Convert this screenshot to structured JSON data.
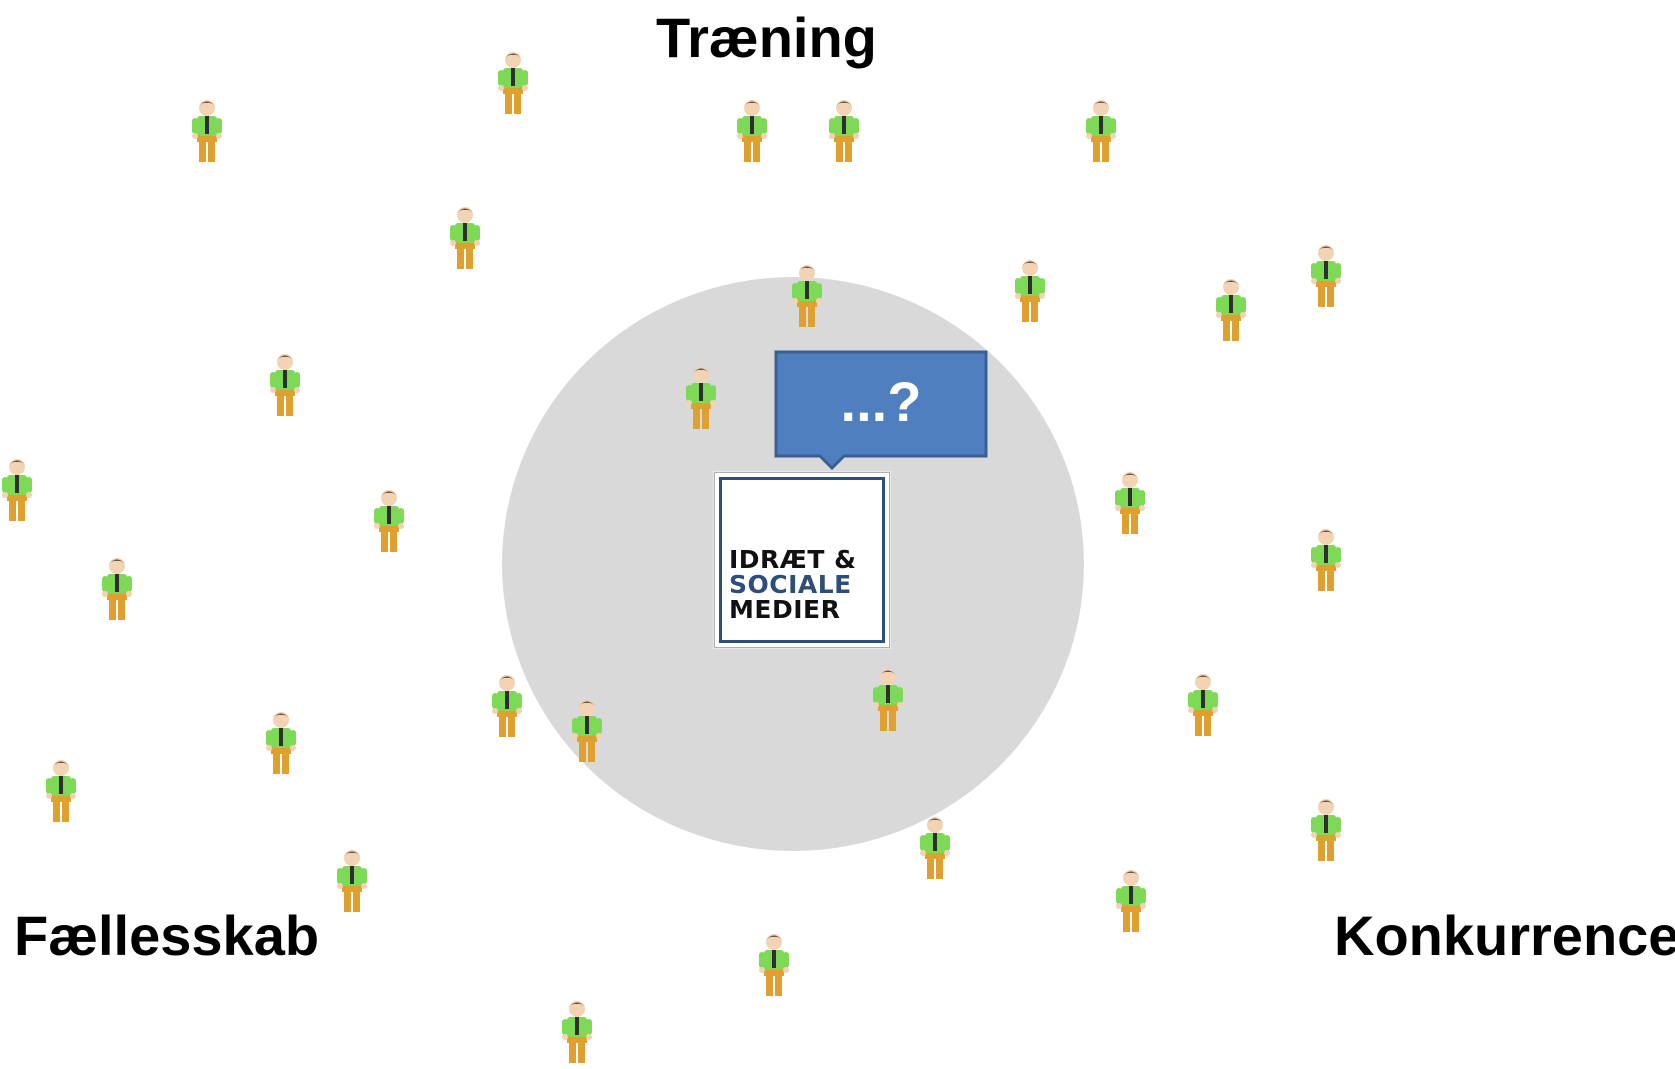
{
  "labels": {
    "top": "Træning",
    "left": "Fællesskab",
    "right": "Konkurrence"
  },
  "callout": {
    "text": "...?",
    "fill": "#4f7fbf",
    "border": "#3a5f93"
  },
  "logo": {
    "line1": "IDRÆT &",
    "line2": "SOCIALE",
    "line3": "MEDIER",
    "accent": "#2d4e78"
  },
  "colors": {
    "circle": "#d9d9d9",
    "shirt": "#7ed957",
    "pants": "#e0a030",
    "skin": "#f2d3b3",
    "hair": "#5a4636"
  },
  "figure_icon": "person-icon"
}
